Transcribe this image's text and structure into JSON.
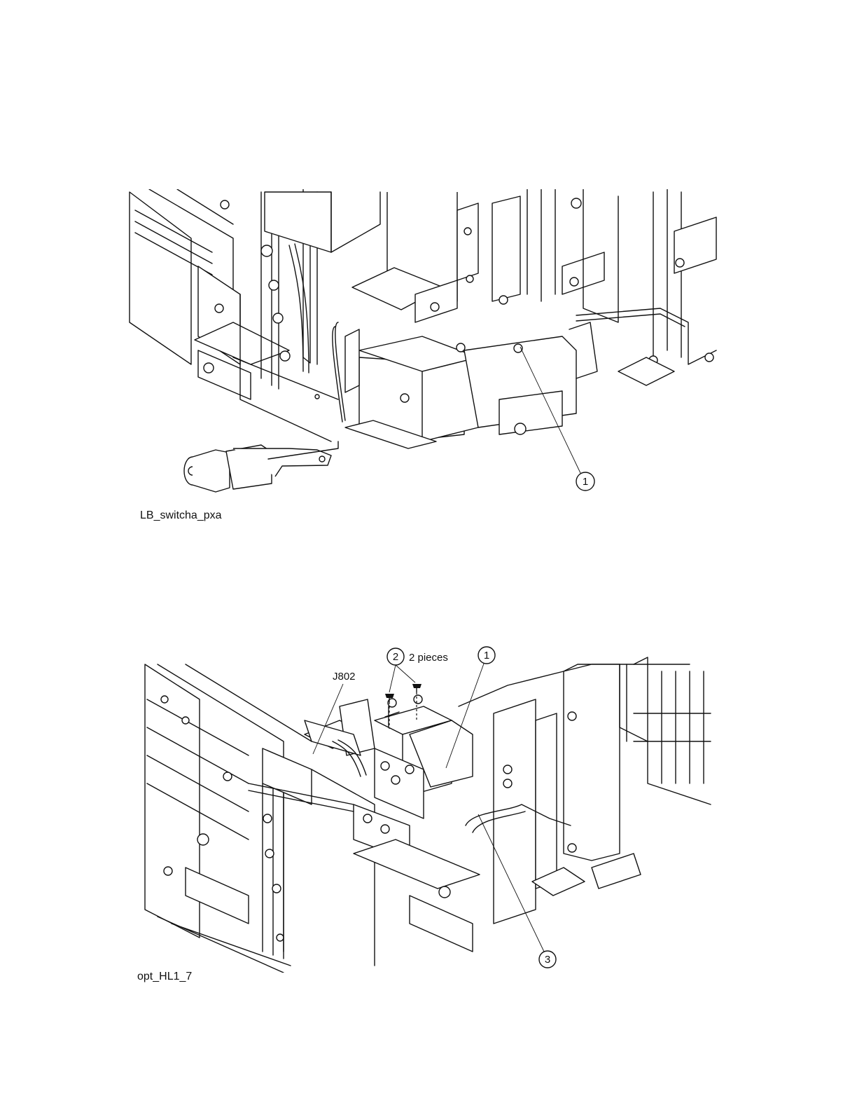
{
  "figures": [
    {
      "caption": "LB_switcha_pxa",
      "callouts": [
        {
          "number": "1"
        }
      ]
    },
    {
      "caption": "opt_HL1_7",
      "callouts": [
        {
          "number": "1"
        },
        {
          "number": "2"
        },
        {
          "number": "3"
        }
      ],
      "labels": {
        "connector": "J802",
        "quantity": "2 pieces"
      }
    }
  ]
}
